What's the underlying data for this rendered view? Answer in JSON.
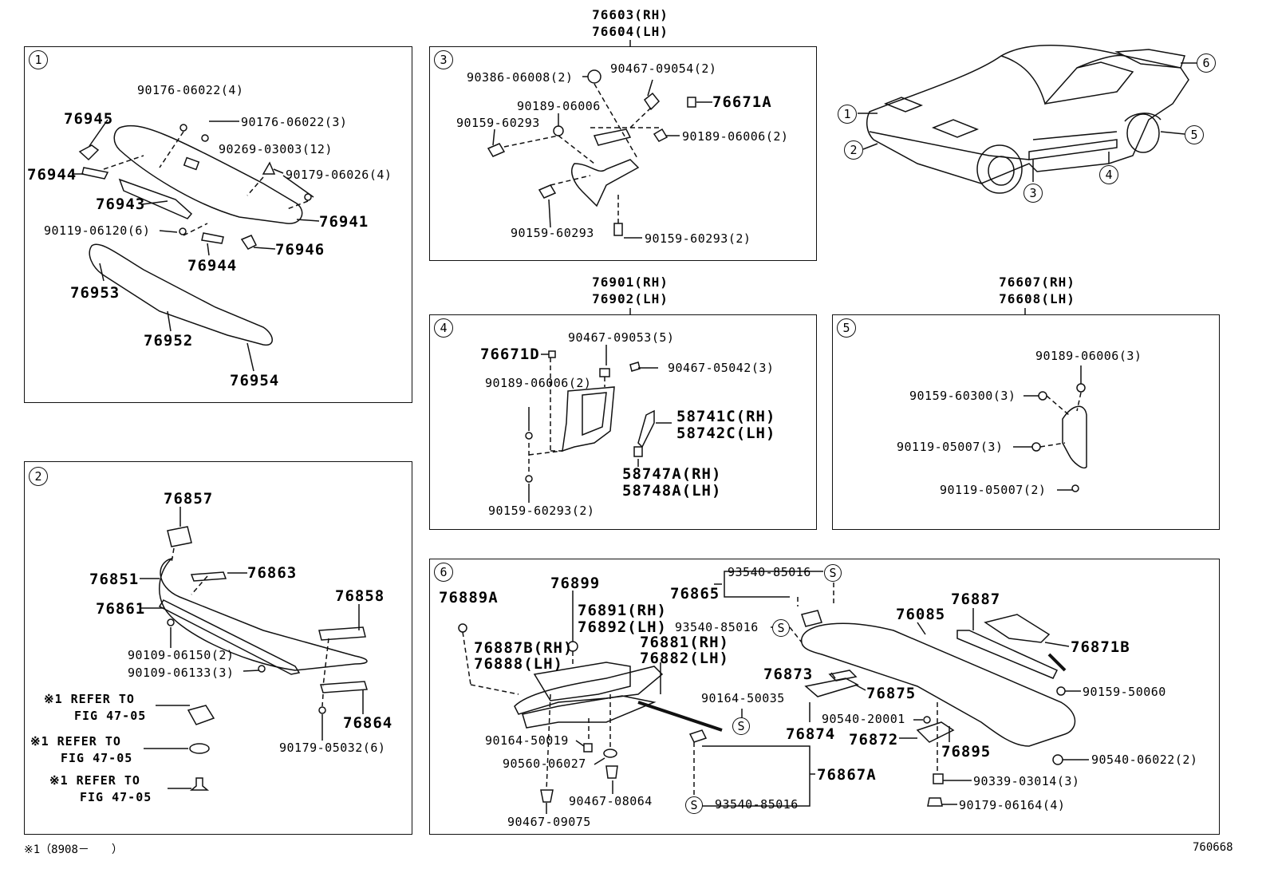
{
  "headers": {
    "p3": [
      "76603(RH)",
      "76604(LH)"
    ],
    "p4": [
      "76901(RH)",
      "76902(LH)"
    ],
    "p5": [
      "76607(RH)",
      "76608(LH)"
    ]
  },
  "panels": {
    "p1": {
      "index": "1",
      "labels": [
        "90176-06022(4)",
        "76945",
        "90176-06022(3)",
        "90269-03003(12)",
        "76944",
        "90179-06026(4)",
        "76943",
        "76941",
        "90119-06120(6)",
        "76946",
        "76944",
        "76953",
        "76952",
        "76954"
      ]
    },
    "p2": {
      "index": "2",
      "labels": [
        "76857",
        "76851",
        "76863",
        "76858",
        "76861",
        "90109-06150(2)",
        "90109-06133(3)",
        "76864",
        "90179-05032(6)"
      ],
      "refs": [
        {
          "line1": "※1 REFER TO",
          "line2": "FIG 47-05"
        },
        {
          "line1": "※1 REFER TO",
          "line2": "FIG 47-05"
        },
        {
          "line1": "※1 REFER TO",
          "line2": "FIG 47-05"
        }
      ]
    },
    "p3": {
      "index": "3",
      "labels": [
        "90386-06008(2)",
        "90467-09054(2)",
        "76671A",
        "90189-06006",
        "90159-60293",
        "90189-06006(2)",
        "90159-60293",
        "90159-60293(2)"
      ]
    },
    "p4": {
      "index": "4",
      "labels": [
        "76671D",
        "90467-09053(5)",
        "90467-05042(3)",
        "90189-06006(2)",
        "58741C(RH)",
        "58742C(LH)",
        "58747A(RH)",
        "58748A(LH)",
        "90159-60293(2)"
      ]
    },
    "p5": {
      "index": "5",
      "labels": [
        "90189-06006(3)",
        "90159-60300(3)",
        "90119-05007(3)",
        "90119-05007(2)"
      ]
    },
    "p6": {
      "index": "6",
      "labels": [
        "93540-85016",
        "76865",
        "76889A",
        "76899",
        "76891(RH)",
        "76892(LH)",
        "93540-85016",
        "76085",
        "76887",
        "76887B(RH)",
        "76888(LH)",
        "76881(RH)",
        "76882(LH)",
        "76871B",
        "76873",
        "76875",
        "90159-50060",
        "90164-50035",
        "90540-20001",
        "76874",
        "76872",
        "76895",
        "90164-50019",
        "90560-06027",
        "90540-06022(2)",
        "76867A",
        "90339-03014(3)",
        "90467-08064",
        "93540-85016",
        "90179-06164(4)",
        "90467-09075"
      ]
    }
  },
  "car_callouts": [
    "1",
    "2",
    "3",
    "4",
    "5",
    "6"
  ],
  "footnote": "※1（8908－　　）",
  "figure_id": "760668",
  "colors": {
    "line": "#111111",
    "paper": "#ffffff"
  }
}
